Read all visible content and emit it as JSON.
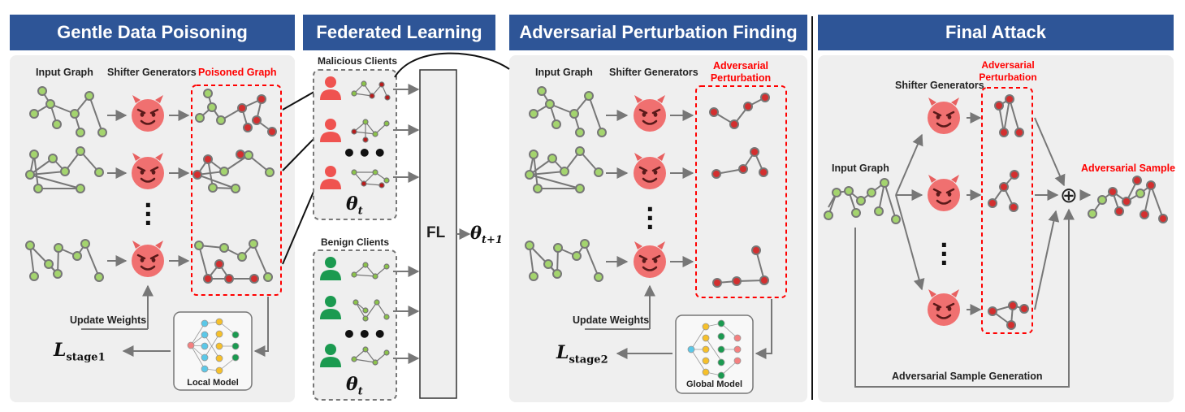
{
  "headers": {
    "poisoning": "Gentle Data Poisoning",
    "federated": "Federated Learning",
    "perturbation": "Adversarial Perturbation Finding",
    "final": "Final Attack"
  },
  "poisoning": {
    "input_graph": "Input Graph",
    "shifter_generators": "Shifter Generators",
    "poisoned_graph": "Poisoned Graph",
    "update_weights": "Update Weights",
    "loss": "L",
    "loss_sub": "stage1",
    "local_model": "Local Model"
  },
  "federated": {
    "malicious_clients": "Malicious Clients",
    "benign_clients": "Benign Clients",
    "theta": "θ",
    "theta_sub": "t",
    "fl": "FL",
    "theta_next_sub": "t+1"
  },
  "perturbation": {
    "input_graph": "Input Graph",
    "shifter_generators": "Shifter Generators",
    "adversarial_perturbation": "Adversarial Perturbation",
    "update_weights": "Update Weights",
    "loss": "L",
    "loss_sub": "stage2",
    "global_model": "Global Model"
  },
  "final": {
    "shifter_generators": "Shifter Generators",
    "adversarial_perturbation": "Adversarial Perturbation",
    "input_graph": "Input Graph",
    "adversarial_sample": "Adversarial Sample",
    "generation": "Adversarial Sample Generation",
    "oplus": "⊕"
  },
  "colors": {
    "header_bg": "#2e5597",
    "panel_bg": "#efefef",
    "green_node": "#8bc34a",
    "red_node": "#e53935",
    "devil": "#f07070",
    "highlight_red": "#ff0000"
  }
}
